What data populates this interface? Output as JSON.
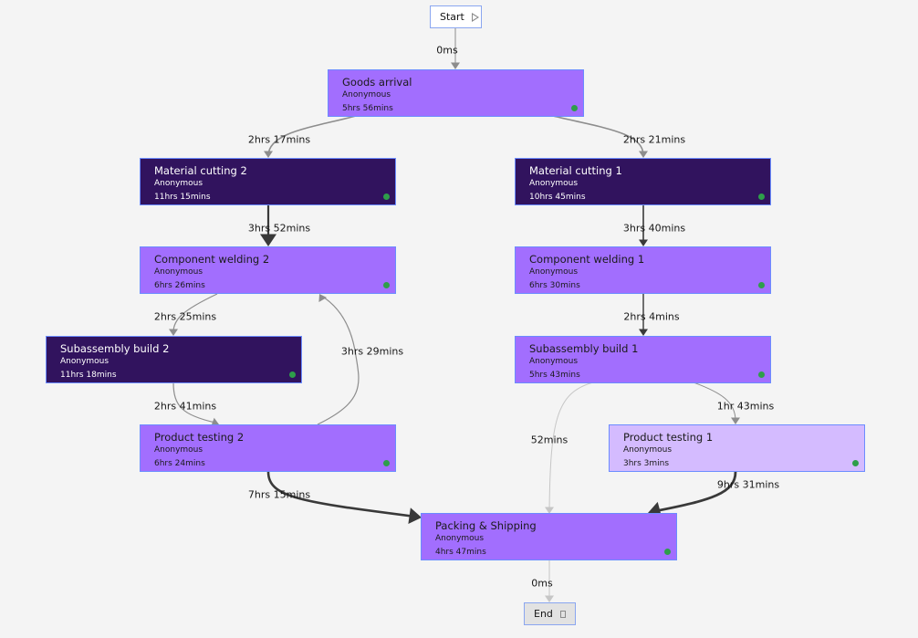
{
  "start": {
    "label": "Start"
  },
  "end": {
    "label": "End"
  },
  "nodes": [
    {
      "id": "goods-arrival",
      "title": "Goods arrival",
      "subtitle": "Anonymous",
      "duration": "5hrs 56mins",
      "shade": "medium"
    },
    {
      "id": "material-cutting-2",
      "title": "Material cutting 2",
      "subtitle": "Anonymous",
      "duration": "11hrs 15mins",
      "shade": "dark"
    },
    {
      "id": "material-cutting-1",
      "title": "Material cutting 1",
      "subtitle": "Anonymous",
      "duration": "10hrs 45mins",
      "shade": "dark"
    },
    {
      "id": "component-welding-2",
      "title": "Component welding 2",
      "subtitle": "Anonymous",
      "duration": "6hrs 26mins",
      "shade": "medium"
    },
    {
      "id": "component-welding-1",
      "title": "Component welding 1",
      "subtitle": "Anonymous",
      "duration": "6hrs 30mins",
      "shade": "medium"
    },
    {
      "id": "subassembly-build-2",
      "title": "Subassembly build 2",
      "subtitle": "Anonymous",
      "duration": "11hrs 18mins",
      "shade": "dark"
    },
    {
      "id": "subassembly-build-1",
      "title": "Subassembly build 1",
      "subtitle": "Anonymous",
      "duration": "5hrs 43mins",
      "shade": "medium"
    },
    {
      "id": "product-testing-2",
      "title": "Product testing 2",
      "subtitle": "Anonymous",
      "duration": "6hrs 24mins",
      "shade": "medium"
    },
    {
      "id": "product-testing-1",
      "title": "Product testing 1",
      "subtitle": "Anonymous",
      "duration": "3hrs 3mins",
      "shade": "light"
    },
    {
      "id": "packing-shipping",
      "title": "Packing & Shipping",
      "subtitle": "Anonymous",
      "duration": "4hrs 47mins",
      "shade": "medium"
    }
  ],
  "edges": [
    {
      "from": "start",
      "to": "goods-arrival",
      "label": "0ms"
    },
    {
      "from": "goods-arrival",
      "to": "material-cutting-2",
      "label": "2hrs 17mins"
    },
    {
      "from": "goods-arrival",
      "to": "material-cutting-1",
      "label": "2hrs 21mins"
    },
    {
      "from": "material-cutting-2",
      "to": "component-welding-2",
      "label": "3hrs 52mins"
    },
    {
      "from": "material-cutting-1",
      "to": "component-welding-1",
      "label": "3hrs 40mins"
    },
    {
      "from": "component-welding-2",
      "to": "subassembly-build-2",
      "label": "2hrs 25mins"
    },
    {
      "from": "product-testing-2",
      "to": "component-welding-2",
      "label": "3hrs 29mins"
    },
    {
      "from": "component-welding-1",
      "to": "subassembly-build-1",
      "label": "2hrs 4mins"
    },
    {
      "from": "subassembly-build-2",
      "to": "product-testing-2",
      "label": "2hrs 41mins"
    },
    {
      "from": "subassembly-build-1",
      "to": "packing-shipping",
      "label": "52mins"
    },
    {
      "from": "subassembly-build-1",
      "to": "product-testing-1",
      "label": "1hr 43mins"
    },
    {
      "from": "product-testing-2",
      "to": "packing-shipping",
      "label": "7hrs 15mins"
    },
    {
      "from": "product-testing-1",
      "to": "packing-shipping",
      "label": "9hrs 31mins"
    },
    {
      "from": "packing-shipping",
      "to": "end",
      "label": "0ms"
    }
  ],
  "colors": {
    "node_medium": "#a26efe",
    "node_dark": "#31135e",
    "node_light": "#d4bbff",
    "node_border": "#6b8cff",
    "status_dot": "#2e9e4a",
    "edge_thin": "#8d8d8d",
    "edge_thick": "#393939",
    "background": "#f4f4f4"
  }
}
